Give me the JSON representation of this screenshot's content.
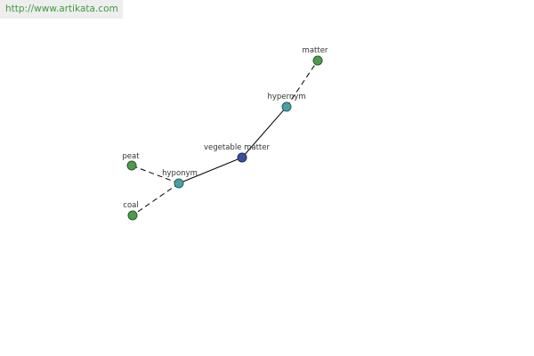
{
  "banner": {
    "url_text": "http://www.artikata.com"
  },
  "graph": {
    "colors": {
      "center_node": "#3b4f9e",
      "relation_node": "#4aa0a0",
      "leaf_node": "#4e9a4e",
      "edge": "#000000"
    },
    "nodes": {
      "center": {
        "label": "vegetable matter"
      },
      "hypernym": {
        "label": "hypernym"
      },
      "matter": {
        "label": "matter"
      },
      "hyponym": {
        "label": "hyponym"
      },
      "peat": {
        "label": "peat"
      },
      "coal": {
        "label": "coal"
      }
    }
  }
}
